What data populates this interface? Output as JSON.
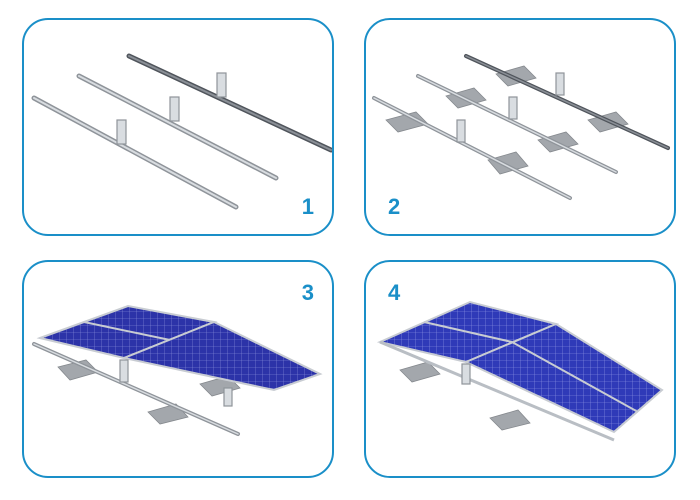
{
  "steps": [
    {
      "number": "1"
    },
    {
      "number": "2"
    },
    {
      "number": "3"
    },
    {
      "number": "4"
    }
  ],
  "colors": {
    "border": "#1a8fc8",
    "rail": "#b9bec4",
    "rail_dark": "#6e737a",
    "pad": "#9a9ea3",
    "panel_blue": "#2c33a8",
    "panel_cell_line": "#8f96e0"
  },
  "icons": [
    "rail-assembly-illustration",
    "ballast-pad-illustration",
    "solar-panel-illustration"
  ]
}
